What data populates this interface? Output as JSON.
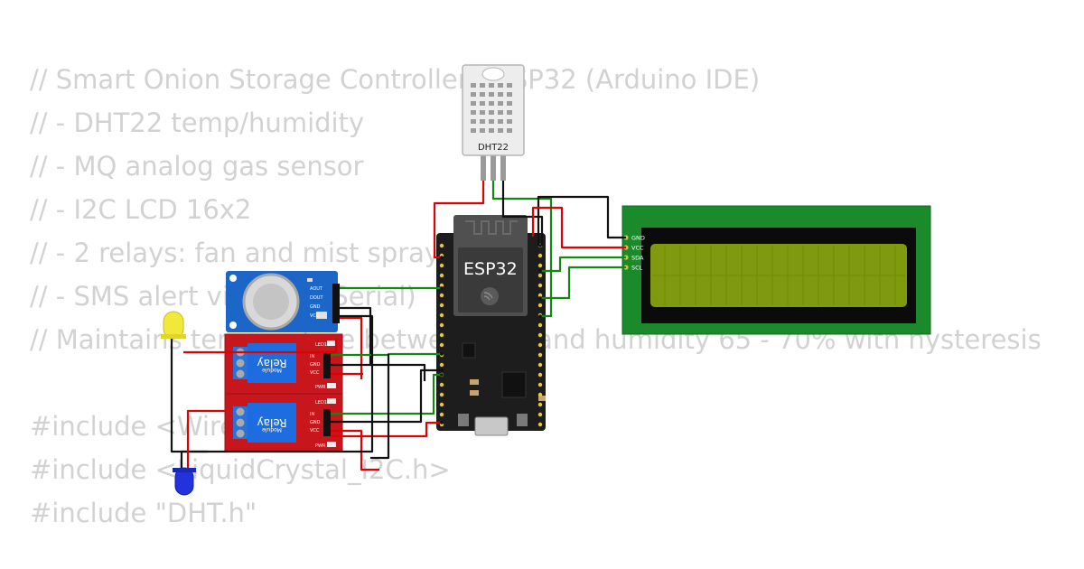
{
  "code_lines": [
    "// Smart Onion Storage Controller - ESP32 (Arduino IDE)",
    "// - DHT22 temp/humidity",
    "// - MQ analog gas sensor",
    "// - I2C LCD 16x2",
    "// - 2 relays: fan and mist sprayer",
    "// - SMS alert via GSM (Serial)",
    "// Maintains temperature between 5 C and humidity 65 - 70% with hysteresis",
    "",
    "#include <Wire.h>",
    "#include <LiquidCrystal_I2C.h>",
    "#include \"DHT.h\""
  ],
  "components": {
    "dht22": {
      "label": "DHT22"
    },
    "esp32": {
      "label": "ESP32"
    },
    "lcd": {
      "pins": [
        "GND",
        "VCC",
        "SDA",
        "SCL"
      ]
    },
    "gas_sensor": {
      "pins": [
        "AOUT",
        "DOUT",
        "GND",
        "VCC"
      ]
    },
    "relay_top": {
      "label": "Relay",
      "sub": "Module",
      "pins": [
        "IN",
        "GND",
        "VCC"
      ],
      "led1": "LED1",
      "pwr": "PWR"
    },
    "relay_bottom": {
      "label": "Relay",
      "sub": "Module",
      "pins": [
        "IN",
        "GND",
        "VCC"
      ],
      "led1": "LED1",
      "pwr": "PWR"
    }
  },
  "colors": {
    "wire_red": "#e00000",
    "wire_black": "#111111",
    "wire_green": "#118811",
    "lcd_frame": "#1a8a2a",
    "lcd_screen": "#7f9a0e",
    "relay_board": "#c8161d",
    "relay_block": "#1d6de0",
    "gas_board": "#1c66c7",
    "esp_board": "#1d1d1d",
    "led_yellow": "#f2e83a",
    "led_blue": "#2233dd"
  }
}
